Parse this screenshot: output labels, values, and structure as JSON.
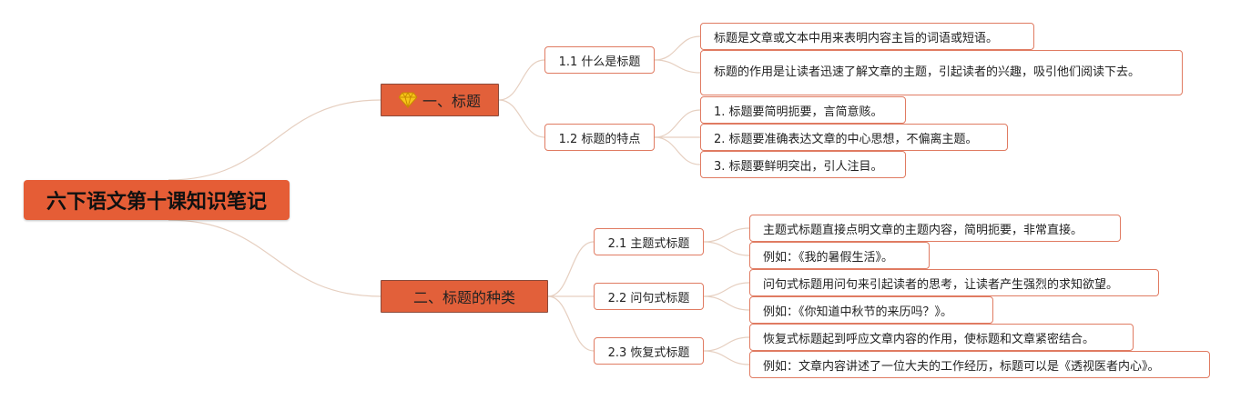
{
  "root": {
    "label": "六下语文第十课知识笔记"
  },
  "branches": [
    {
      "label": "一、标题",
      "icon": "gem-icon",
      "children": [
        {
          "label": "1.1 什么是标题",
          "leaves": [
            "标题是文章或文本中用来表明内容主旨的词语或短语。",
            "标题的作用是让读者迅速了解文章的主题，引起读者的兴趣，吸引他们阅读下去。"
          ]
        },
        {
          "label": "1.2 标题的特点",
          "leaves": [
            "1. 标题要简明扼要，言简意赅。",
            "2. 标题要准确表达文章的中心思想，不偏离主题。",
            "3. 标题要鲜明突出，引人注目。"
          ]
        }
      ]
    },
    {
      "label": "二、标题的种类",
      "children": [
        {
          "label": "2.1 主题式标题",
          "leaves": [
            "主题式标题直接点明文章的主题内容，简明扼要，非常直接。",
            "例如：《我的暑假生活》。"
          ]
        },
        {
          "label": "2.2 问句式标题",
          "leaves": [
            "问句式标题用问句来引起读者的思考，让读者产生强烈的求知欲望。",
            "例如：《你知道中秋节的来历吗？》。"
          ]
        },
        {
          "label": "2.3 恢复式标题",
          "leaves": [
            "恢复式标题起到呼应文章内容的作用，使标题和文章紧密结合。",
            "例如：文章内容讲述了一位大夫的工作经历，标题可以是《透视医者内心》。"
          ]
        }
      ]
    }
  ],
  "colors": {
    "root_fill": "#e55d36",
    "main_fill": "#e2603a",
    "node_border": "#e07b62",
    "connector": "#e6cfc0",
    "gem": "#f2b705"
  }
}
